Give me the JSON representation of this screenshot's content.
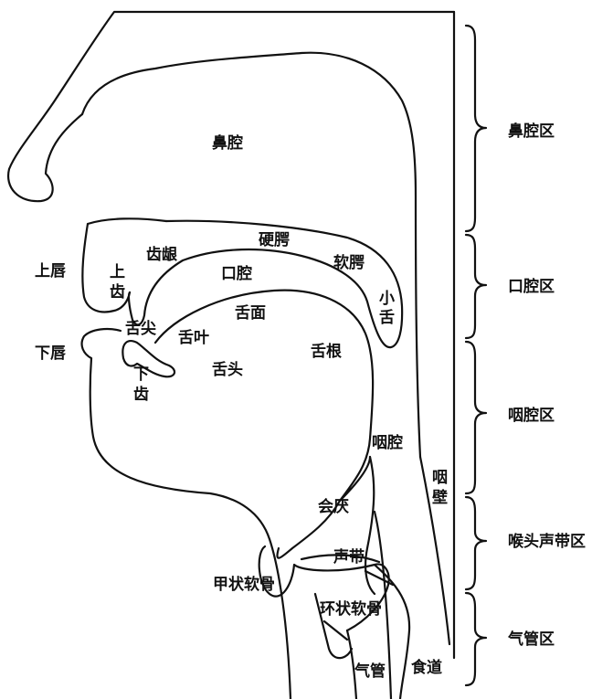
{
  "anatomy_labels": {
    "nasal_cavity": "鼻腔",
    "hard_palate": "硬腭",
    "alveolar_ridge": "齿龈",
    "upper_lip": "上唇",
    "upper_teeth_1": "上",
    "upper_teeth_2": "齿",
    "oral_cavity": "口腔",
    "soft_palate": "软腭",
    "uvula_1": "小",
    "uvula_2": "舌",
    "tongue_surface": "舌面",
    "tongue_tip": "舌尖",
    "tongue_blade": "舌叶",
    "lower_lip": "下唇",
    "lower_teeth_1": "下",
    "lower_teeth_2": "齿",
    "tongue_front": "舌头",
    "tongue_root": "舌根",
    "pharynx": "咽腔",
    "pharyngeal_wall_1": "咽",
    "pharyngeal_wall_2": "壁",
    "epiglottis": "会厌",
    "vocal_cords": "声带",
    "thyroid_cartilage": "甲状软骨",
    "cricoid_cartilage": "环状软骨",
    "trachea": "气管",
    "esophagus": "食道"
  },
  "region_labels": {
    "nasal_region": "鼻腔区",
    "oral_region": "口腔区",
    "pharyngeal_region": "咽腔区",
    "laryngeal_region": "喉头声带区",
    "tracheal_region": "气管区"
  }
}
